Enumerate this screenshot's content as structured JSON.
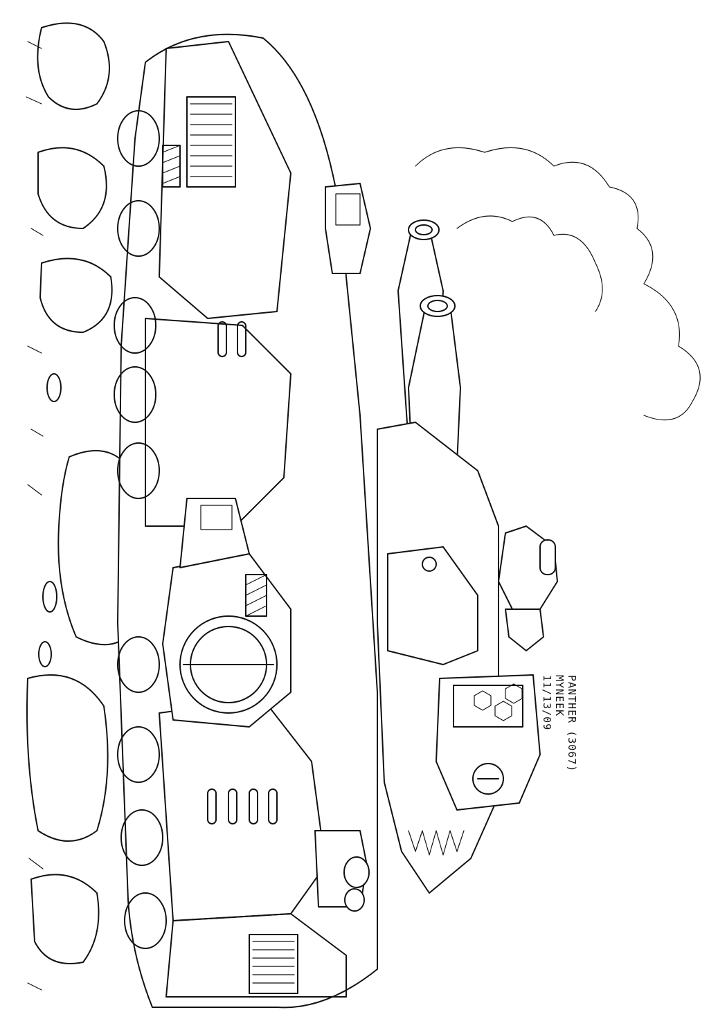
{
  "artwork": {
    "subject_icon": "tank-icon",
    "line_color": "#111111",
    "background_color": "#ffffff"
  },
  "signature": {
    "line1": "PANTHER (3067)",
    "line2": "MYNEEK",
    "line3": "11/13/09"
  }
}
